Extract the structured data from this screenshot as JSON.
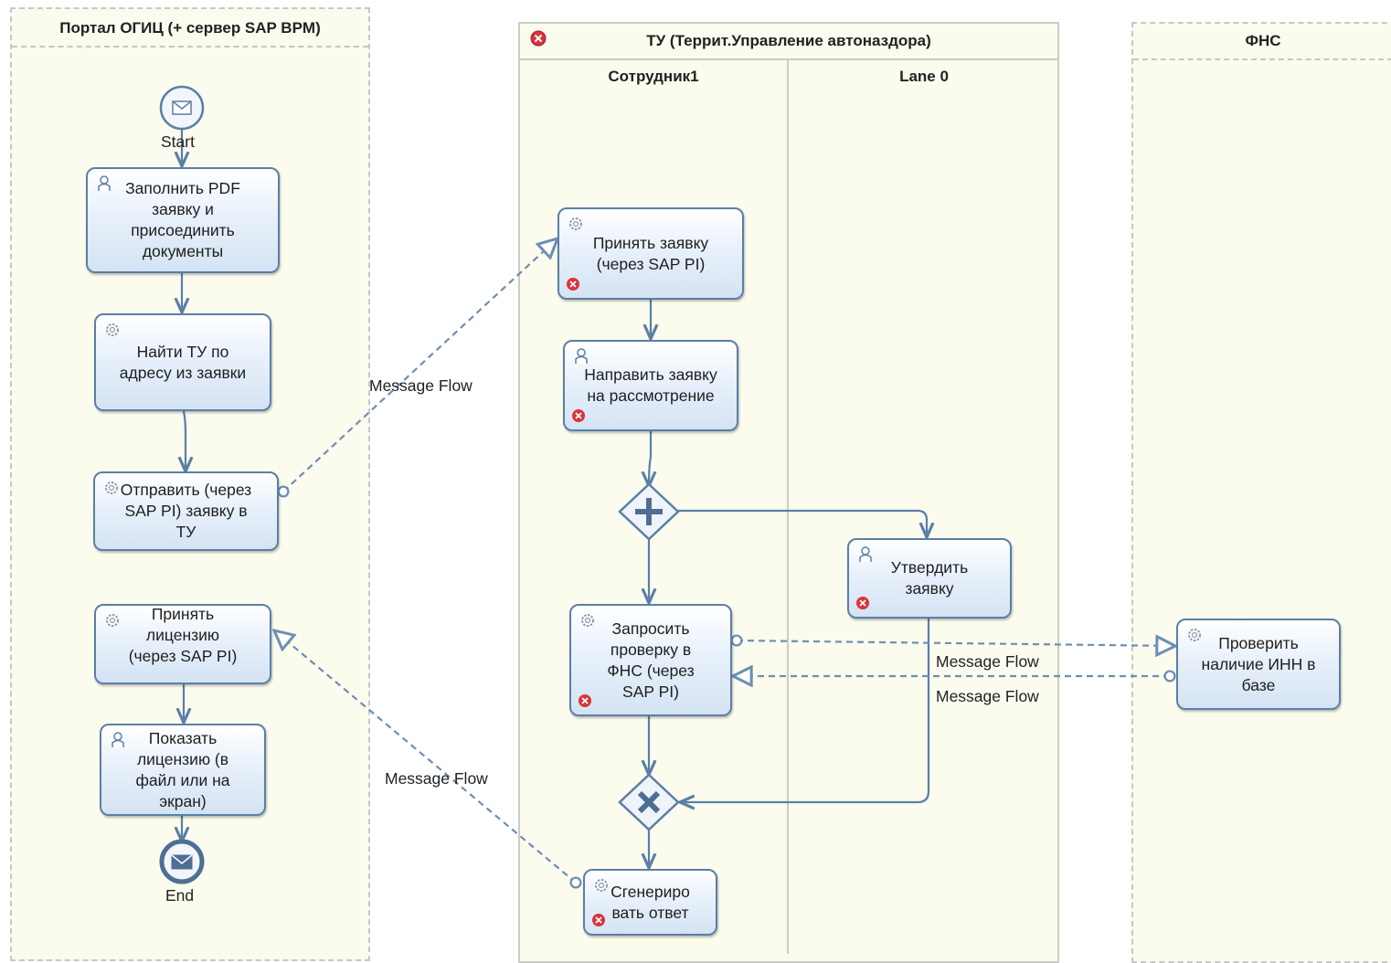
{
  "pools": {
    "portal": {
      "title": "Портал ОГИЦ (+ сервер SAP BPM)"
    },
    "tu": {
      "title": "ТУ (Террит.Управление автоназдора)",
      "lanes": [
        "Сотрудник1",
        "Lane 0"
      ]
    },
    "fns": {
      "title": "ФНС"
    }
  },
  "events": {
    "start": "Start",
    "end": "End"
  },
  "tasks": {
    "fill_pdf": "Заполнить PDF заявку и присоединить документы",
    "find_tu": "Найти ТУ по адресу из заявки",
    "send_tu": "Отправить (через SAP PI) заявку в ТУ",
    "accept_license": "Принять лицензию (через SAP PI)",
    "show_license": "Показать лицензию (в файл или на экран)",
    "accept_request": "Принять заявку (через SAP PI)",
    "route_request": "Направить заявку на рассмотрение",
    "approve_request": "Утвердить заявку",
    "request_check": "Запросить проверку в ФНС (через SAP PI)",
    "generate_answer": "Сгенерировать ответ",
    "check_inn": "Проверить наличие ИНН в базе"
  },
  "flows": {
    "message_flow_1": "Message Flow",
    "message_flow_2": "Message Flow",
    "message_flow_3": "Message Flow",
    "message_flow_4": "Message Flow"
  },
  "colors": {
    "task_border": "#5b7fa6",
    "flow_line": "#6d8fb3",
    "pool_bg": "#fbfbee",
    "error_marker": "#d9343a"
  }
}
